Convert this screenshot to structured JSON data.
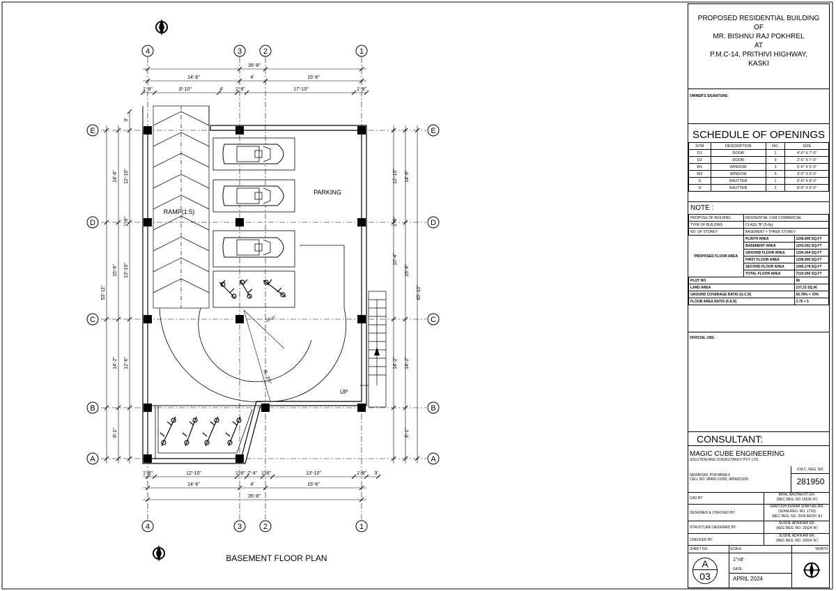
{
  "drawing": {
    "title": "BASEMENT FLOOR PLAN",
    "labels": {
      "ramp": "RAMP(1:5)",
      "parking": "PARKING",
      "up": "UP",
      "radius1": "15'-0\"",
      "radius2": "R.-3'5\""
    },
    "grid_cols": [
      "4",
      "3",
      "2",
      "1"
    ],
    "grid_rows": [
      "E",
      "D",
      "C",
      "B",
      "A"
    ],
    "dims_top": {
      "overall": "35'-8\"",
      "seg1": "14'-6\"",
      "seg2": "4'",
      "seg3": "15'-6\"",
      "d1": "1'-8\"",
      "d2": "8'-10\"",
      "d3": "4'",
      "d4": "1'-8\"",
      "d5": "17'-10\"",
      "d6": "1'-8\""
    },
    "dims_bottom": {
      "overall": "35'-8\"",
      "seg1": "14'-6\"",
      "seg2": "4'",
      "seg3": "15'-6\"",
      "d1": "1'-8\"",
      "d2": "12'-10\"",
      "d3": "1'-8\"",
      "d4": "2'-4\"",
      "d5": "1'-8\"",
      "d6": "13'-10\"",
      "d7": "1'-8\"",
      "d8": "3'"
    },
    "dims_left": {
      "overall": "53'-11\"",
      "o1": "14'-6\"",
      "o2": "15'-6\"",
      "o3": "14'-2\"",
      "o4": "8'-1\"",
      "i1": "12'-10\"",
      "i2": "13'-10\"",
      "i3": "12'-6\"",
      "s1": "3'",
      "s2": "1'-8\""
    },
    "dims_right": {
      "overall": "45'-10\"",
      "o1": "14'-6\"",
      "o2": "15'-6\"",
      "o3": "14'-2\"",
      "o4": "8'-1\"",
      "i1": "12'-10\"",
      "i2": "10'-4\"",
      "i3": "14'-2\"",
      "s1": "1'-8\""
    }
  },
  "title_block": {
    "project": [
      "PROPOSED RESIDENTIAL BUILDING",
      "OF",
      "MR. BISHNU RAJ POKHREL",
      "AT",
      "P.M.C-14, PRITHIVI HIGHWAY,",
      "KASKI"
    ],
    "owner_sig_label": "OWNER'S SIGNATURE:",
    "schedule_title": "SCHEDULE OF OPENINGS",
    "schedule_headers": [
      "SYM",
      "DESCRIPTION",
      "NO.",
      "SIZE"
    ],
    "schedule_rows": [
      [
        "D1",
        "DOOR",
        "1",
        "4'-0\" X 7'-0\""
      ],
      [
        "D2",
        "DOOR",
        "9",
        "2'-6\" X 7'-0\""
      ],
      [
        "W1",
        "WINDOW",
        "3",
        "5'-0\" X 5'-0\""
      ],
      [
        "W2",
        "WINDOW",
        "5",
        "3'-0\" X 5'-0\""
      ],
      [
        "S",
        "SHUTTER",
        "1",
        "5'-0\" X 8'-0\""
      ],
      [
        "S",
        "SHUTTER",
        "2",
        "8'-9\" X 8'-0\""
      ]
    ],
    "note_title": "NOTE :",
    "notes": [
      [
        "PROPOSE OF BUILDING",
        "RESIDENTIAL CUM COMMERCIAL"
      ],
      [
        "TYPE OF BUILDING",
        "CLASS \"B\" (5-6p)"
      ],
      [
        "NO. OF STOREY",
        "BASEMENT + THREE STOREY"
      ]
    ],
    "floor_area_label": "PROPOSED FLOOR AREA",
    "floor_areas": [
      [
        "PLINTH AREA",
        "1296.890 SQ.FT"
      ],
      [
        "BASEMENT AREA",
        "1241.591 SQ.FT"
      ],
      [
        "GROUND FLOOR AREA",
        "1294.364 SQ.FT"
      ],
      [
        "FIRST FLOOR AREA",
        "1296.890 SQ.FT"
      ],
      [
        "SECOND FLOOR AREA",
        "1085.278 SQ.FT"
      ],
      [
        "TOTAL FLOOR AREA",
        "7219.366 SQ.FT"
      ]
    ],
    "plot_info": [
      [
        "PLOT NO",
        "96"
      ],
      [
        "LAND AREA",
        "237.23 SQ.M."
      ],
      [
        "GROUND COVERAGE RATIO (G.C.R)",
        "50.78% < 70%"
      ],
      [
        "FLOOR AREA RATIO (F.A.R)",
        "2.75 < 5"
      ]
    ],
    "official_use": "OFFICIAL USE:",
    "consultant_title": "CONSULTANT:",
    "consultant_name": "MAGIC CUBE ENGINEERING",
    "consultant_sub": "SOLUTION AND CONSULTANCY PVT. LTD.",
    "consultant_addr": "NEWROAD, POKHARA-9",
    "consultant_cell": "CELL NO. 98460-15355, 9856023165",
    "pmc_reg_label": "P.M.C. REG. NO.",
    "pmc_reg_no": "281950",
    "cad_by_label": "CAD BY:",
    "cad_by": [
      "BIKAL BASTAKOTI ER.",
      "(NEC REG. NO 15538 'A')"
    ],
    "designed_label": "DESIGNED & CHECKED BY:",
    "designed": [
      "SANTOSH KUMAR SHAH AR./ER.",
      "(SONA REG. NO. 1720)",
      "(NEC REG. NO. 2555 ARCH 'A')"
    ],
    "structure_label": "STRUCTURE DESIGNED BY:",
    "structure": [
      "SUSHIL ADHIKARI ER.",
      "(NEC REG. NO. 15524 'A')"
    ],
    "checked_label": "CHECKED BY:",
    "checked": [
      "SUSHIL ADHIKARI ER.",
      "(NEC REG. NO. 15524 'A')"
    ],
    "sheet_no_label": "SHEET NO.",
    "sheet_letter": "A",
    "sheet_number": "03",
    "scale_label": "SCALE:",
    "scale": "1\"=8'",
    "date_label": "DATE:",
    "date": "APRIL 2024",
    "north_label": "NORTH"
  }
}
